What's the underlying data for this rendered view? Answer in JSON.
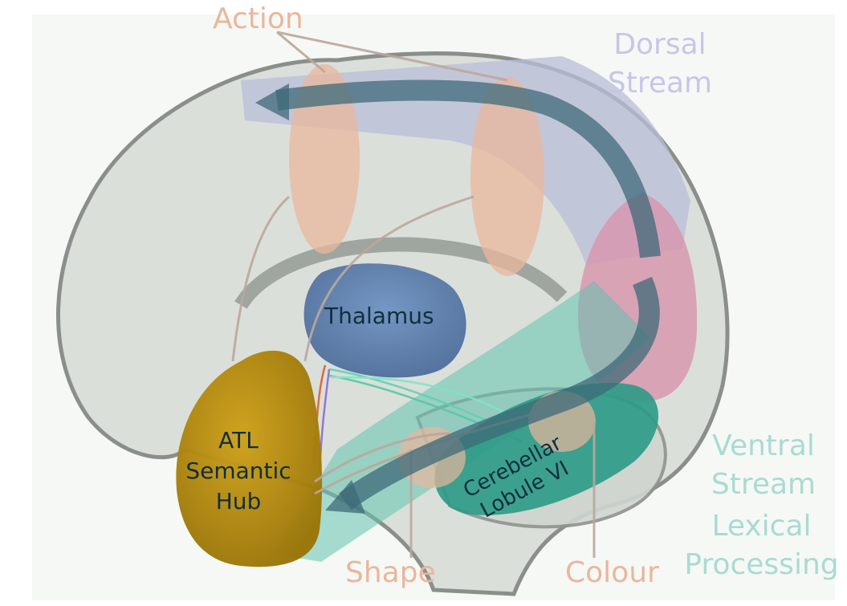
{
  "colors": {
    "action": "#e9b79c",
    "dorsal": "#c6c7e6",
    "ventral": "#a9dbd2",
    "lexical": "#a9dbd2",
    "shape": "#e9b79c",
    "colour": "#e9b79c",
    "dark_label": "#0f2f3c",
    "brain_fill": "#d9ddd9",
    "brain_outline": "#7e827f",
    "atl": "#b78f10",
    "thalamus": "#5b7fae",
    "cerebellar": "#2b9a86",
    "dorsal_band": "#b9bdd8",
    "ventral_band": "#62c3ae",
    "occipital": "#d894ac",
    "arrow": "#3e6a78"
  },
  "labels": {
    "action": "Action",
    "dorsal_line1": "Dorsal",
    "dorsal_line2": "Stream",
    "ventral_line1": "Ventral",
    "ventral_line2": "Stream",
    "lexical_line1": "Lexical",
    "lexical_line2": "Processing",
    "shape": "Shape",
    "colour": "Colour",
    "thalamus": "Thalamus",
    "atl_line1": "ATL",
    "atl_line2": "Semantic",
    "atl_line3": "Hub",
    "cereb_line1": "Cerebellar",
    "cereb_line2": "Lobule VI"
  }
}
